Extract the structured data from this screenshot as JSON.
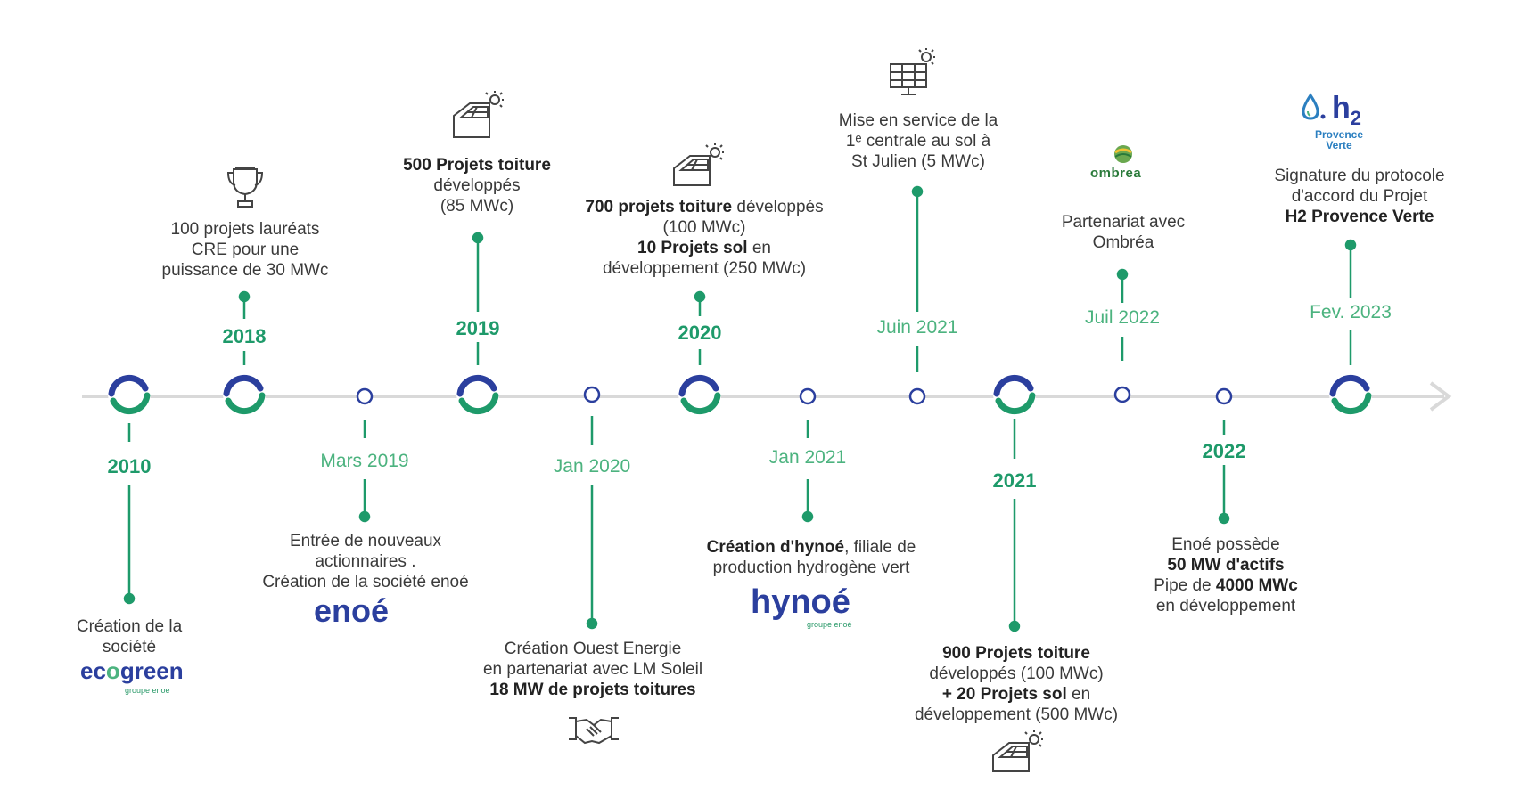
{
  "colors": {
    "green": "#1e9a6a",
    "light_green": "#4cb37f",
    "blue": "#2b3f9e",
    "axis": "#d9d9d9"
  },
  "milestones": {
    "y2010": {
      "label": "2010",
      "text1": "Création de la",
      "text2": "société",
      "logo": "ecogreen",
      "logo_sub": "groupe enoe"
    },
    "y2018": {
      "label": "2018",
      "text1": "100 projets lauréats",
      "text2": "CRE pour une",
      "text3": "puissance de 30 MWc",
      "icon": "trophy-icon"
    },
    "mars2019": {
      "label": "Mars 2019",
      "text1": "Entrée de nouveaux",
      "text2": "actionnaires .",
      "text3": "Création de la société enoé",
      "logo": "enoé"
    },
    "y2019": {
      "label": "2019",
      "bold1": "500 Projets toiture",
      "text2": "développés",
      "text3": "(85 MWc)",
      "icon": "solar-roof-icon"
    },
    "jan2020": {
      "label": "Jan 2020",
      "text1": "Création Ouest Energie",
      "text2": "en partenariat avec LM Soleil",
      "bold3": "18 MW de projets toitures",
      "icon": "handshake-icon"
    },
    "y2020": {
      "label": "2020",
      "bold1": "700 projets toiture",
      "text1b": " développés",
      "text2": "(100 MWc)",
      "bold3": "10 Projets sol",
      "text3b": " en",
      "text4": "développement (250 MWc)",
      "icon": "solar-roof-icon"
    },
    "jan2021": {
      "label": "Jan 2021",
      "bold1": "Création d'hynoé",
      "text1b": ", filiale de",
      "text2": "production hydrogène vert",
      "logo": "hynoé",
      "logo_sub": "groupe enoé"
    },
    "juin2021": {
      "label": "Juin 2021",
      "text1": "Mise en service de la",
      "text2": "1ᵉ centrale au sol à",
      "text3": "St Julien (5 MWc)",
      "icon": "solar-panel-icon"
    },
    "y2021": {
      "label": "2021",
      "bold1": "900 Projets toiture",
      "text2": "développés (100 MWc)",
      "bold3": "+ 20 Projets sol",
      "text3b": " en",
      "text4": "développement (500 MWc)",
      "icon": "solar-roof-icon"
    },
    "juil2022": {
      "label": "Juil 2022",
      "text1": "Partenariat avec",
      "text2": "Ombréa",
      "logo": "ombrea"
    },
    "y2022": {
      "label": "2022",
      "text1": "Enoé possède",
      "bold2": "50 MW d'actifs",
      "text3a": "Pipe de ",
      "bold3": "4000 MWc",
      "text4": "en développement"
    },
    "fev2023": {
      "label": "Fev. 2023",
      "text1": "Signature du protocole",
      "text2": "d'accord du Projet",
      "bold3": "H2 Provence Verte",
      "logo_h": "h",
      "logo_2": "2",
      "logo_sub1": "Provence",
      "logo_sub2": "Verte"
    }
  }
}
